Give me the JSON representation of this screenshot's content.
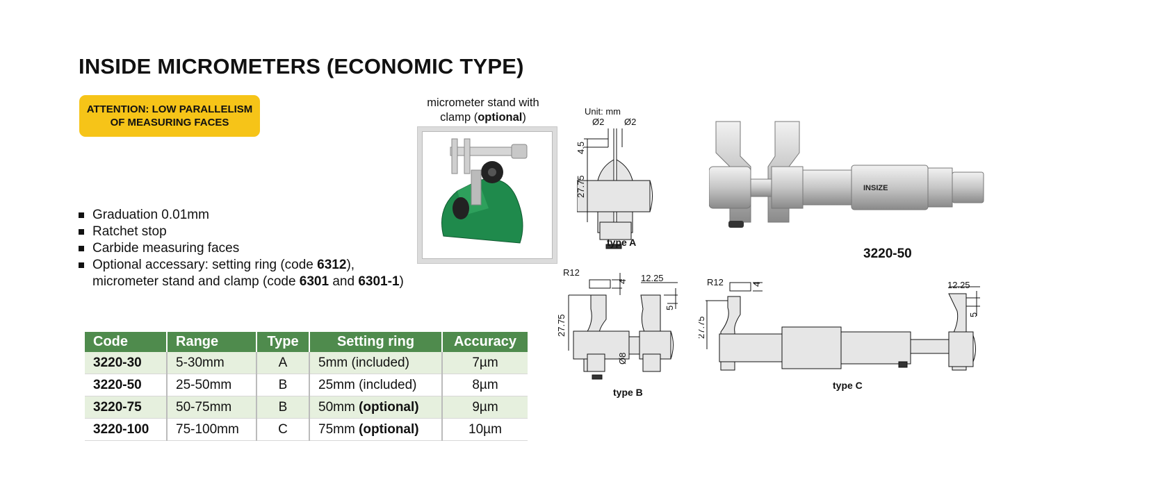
{
  "title": "INSIDE MICROMETERS (ECONOMIC TYPE)",
  "attention": {
    "line1": "ATTENTION: LOW PARALLELISM",
    "line2": "OF MEASURING FACES"
  },
  "stand": {
    "caption_line1": "micrometer stand with",
    "caption_line2_prefix": "clamp (",
    "caption_line2_bold": "optional",
    "caption_line2_suffix": ")"
  },
  "features": {
    "graduation": "Graduation 0.01mm",
    "ratchet": "Ratchet stop",
    "carbide": "Carbide measuring faces",
    "optional_a": "Optional accessary: setting ring (code ",
    "optional_code1": "6312",
    "optional_b": "),",
    "optional_c": "micrometer stand and clamp (code ",
    "optional_code2": "6301",
    "optional_d": " and ",
    "optional_code3": "6301-1",
    "optional_e": ")"
  },
  "table": {
    "headers": [
      "Code",
      "Range",
      "Type",
      "Setting ring",
      "Accuracy"
    ],
    "rows": [
      {
        "code": "3220-30",
        "range": "5-30mm",
        "type": "A",
        "ring": "5mm (included)",
        "ring_bold": "",
        "accuracy": "7µm"
      },
      {
        "code": "3220-50",
        "range": "25-50mm",
        "type": "B",
        "ring": "25mm (included)",
        "ring_bold": "",
        "accuracy": "8µm"
      },
      {
        "code": "3220-75",
        "range": "50-75mm",
        "type": "B",
        "ring": "50mm ",
        "ring_bold": "(optional)",
        "accuracy": "9µm"
      },
      {
        "code": "3220-100",
        "range": "75-100mm",
        "type": "C",
        "ring": "75mm ",
        "ring_bold": "(optional)",
        "accuracy": "10µm"
      }
    ]
  },
  "drawings": {
    "unit": "Unit: mm",
    "type_a": {
      "label": "type A",
      "d1": "Ø2",
      "d2": "Ø2",
      "h1": "4.5",
      "h2": "27.75"
    },
    "type_b": {
      "label": "type B",
      "r": "R12",
      "w": "4",
      "t": "12.25",
      "s": "5",
      "h": "27.75",
      "dia": "Ø8"
    },
    "type_c": {
      "label": "type C",
      "r": "R12",
      "w": "4",
      "t": "12.25",
      "s": "5",
      "h": "27.75"
    },
    "model": "3220-50",
    "brand_mark": "INSIZE"
  }
}
